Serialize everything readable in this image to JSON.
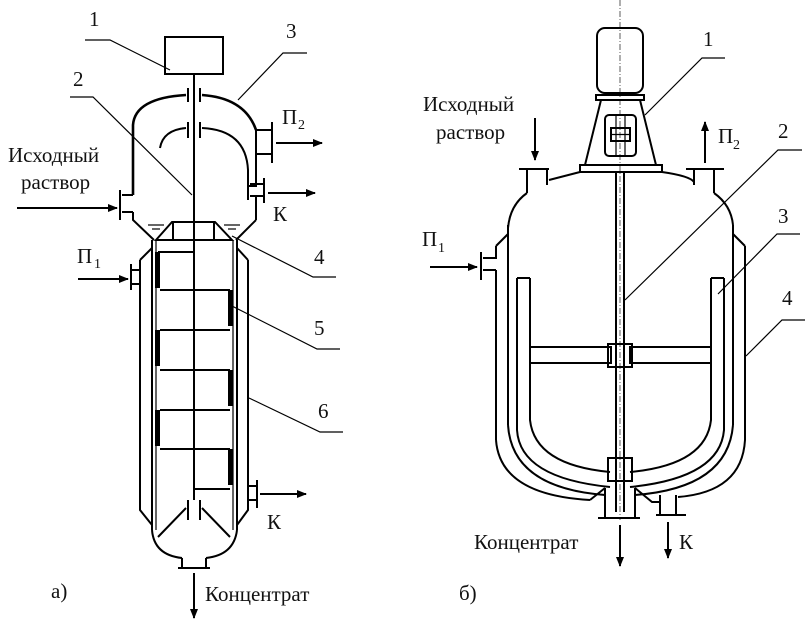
{
  "figure": {
    "left": {
      "caption": "а)",
      "labels": {
        "feed": [
          "Исходный",
          "раствор"
        ],
        "steam_in": "П",
        "steam_in_sub": "1",
        "vapor_out": "П",
        "vapor_out_sub": "2",
        "condensate_top": "К",
        "condensate_bottom": "К",
        "concentrate": "Концентрат"
      },
      "callouts": [
        "1",
        "2",
        "3",
        "4",
        "5",
        "6"
      ]
    },
    "right": {
      "caption": "б)",
      "labels": {
        "feed": [
          "Исходный",
          "раствор"
        ],
        "steam_in": "П",
        "steam_in_sub": "1",
        "vapor_out": "П",
        "vapor_out_sub": "2",
        "condensate": "К",
        "concentrate": "Концентрат"
      },
      "callouts": [
        "1",
        "2",
        "3",
        "4"
      ]
    }
  }
}
